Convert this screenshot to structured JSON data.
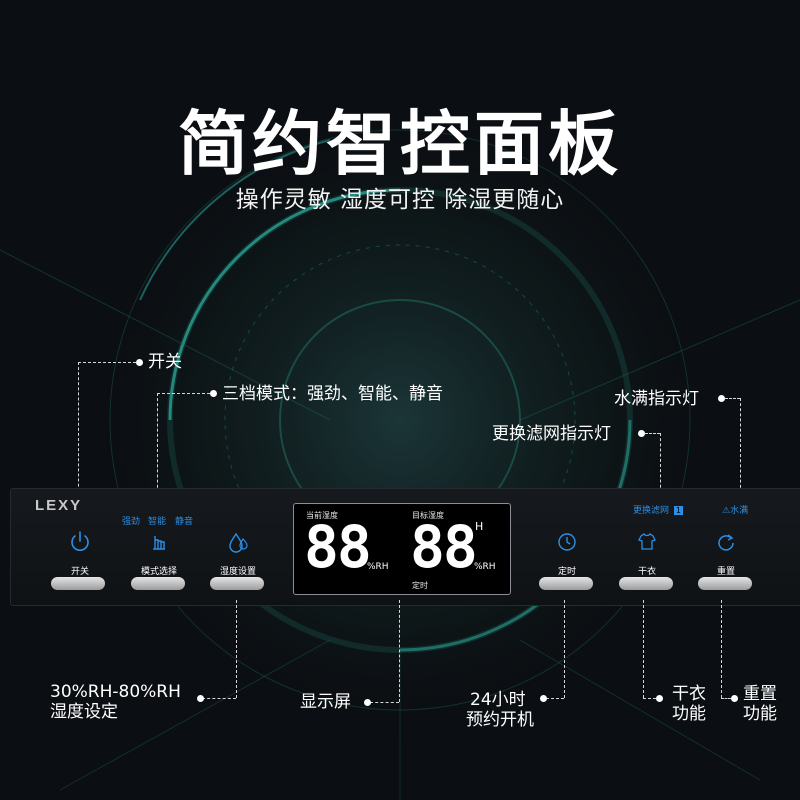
{
  "title": "简约智控面板",
  "subtitle": "操作灵敏 湿度可控  除湿更随心",
  "annotations": {
    "power": "开关",
    "mode": "三档模式：强劲、智能、静音",
    "water_full": "水满指示灯",
    "filter": "更换滤网指示灯",
    "humidity_line1": "30%RH-80%RH",
    "humidity_line2": "湿度设定",
    "display": "显示屏",
    "timer_line1": "24小时",
    "timer_line2": "预约开机",
    "dry_line1": "干衣",
    "dry_line2": "功能",
    "reset_line1": "重置",
    "reset_line2": "功能"
  },
  "panel": {
    "logo": "LEXY",
    "mode_labels": [
      "强劲",
      "智能",
      "静音"
    ],
    "filter_indicator": "更换滤网",
    "filter_badge": "1",
    "water_indicator": "水满",
    "buttons": {
      "power": "开关",
      "mode": "模式选择",
      "humidity": "湿度设置",
      "timer": "定时",
      "dry": "干衣",
      "reset": "重置"
    },
    "screen": {
      "current_label": "当前湿度",
      "target_label": "目标湿度",
      "current_value": "88",
      "target_value": "88",
      "unit": "%RH",
      "hour_mark": "H",
      "timer_label": "定时"
    }
  },
  "colors": {
    "accent": "#2b8fe6",
    "background": "#0b0e12"
  },
  "icons": [
    "power-icon",
    "hand-icon",
    "water-drop-icon",
    "clock-icon",
    "shirt-icon",
    "reset-icon",
    "warning-icon"
  ]
}
